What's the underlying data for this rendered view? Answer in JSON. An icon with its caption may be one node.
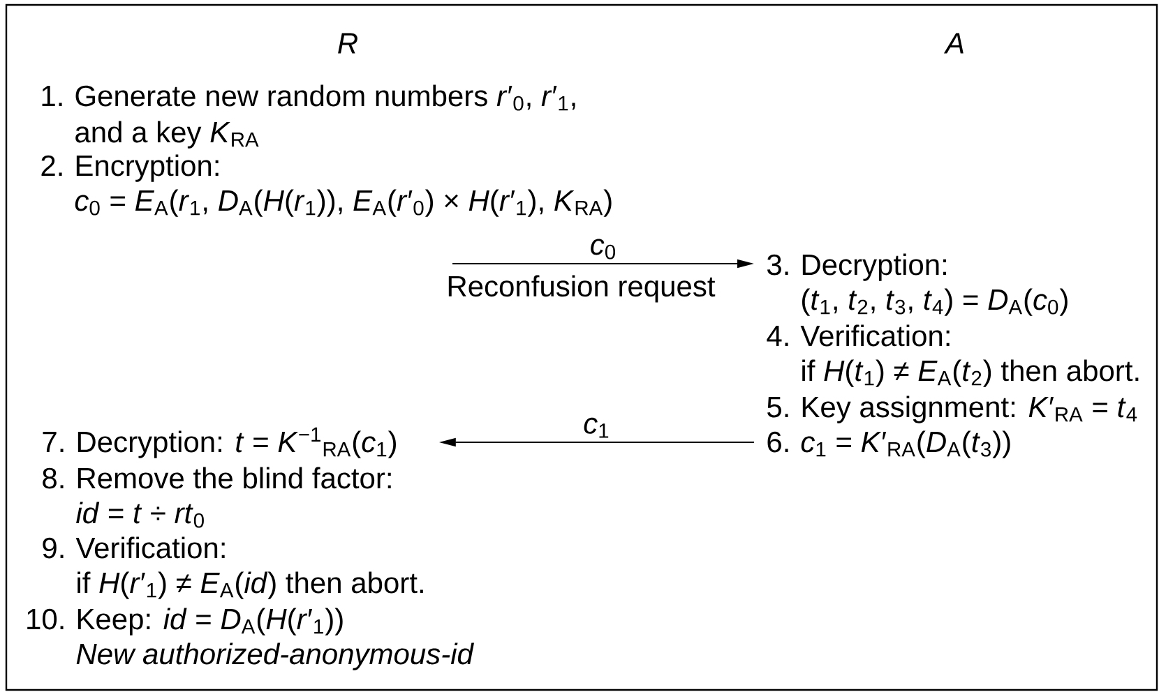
{
  "diagram": {
    "nodes": [
      {
        "text": [
          "1.",
          "Generate new random numbers *r*′$_{0}$, *r*′$_{1}$, and a key *K*$_{RA}$"
        ]
      },
      {
        "text": [
          "2.",
          "Encryption:",
          "*c*$_{0}$ = *E*$_{A}$(*r*$_{1}$, *D*$_{A}$(*H*(*r*$_{1}$)), *E*$_{A}$(*r*′$_{0}$) × *H*(*r*′$_{1}$), *K*$_{RA}$)"
        ]
      },
      {
        "text": [
          "3.",
          "Decryption:",
          "(*t*$_{1}$, *t*$_{2}$, *t*$_{3}$, *t*$_{4}$) = *D*$_{A}$(*c*$_{0}$)"
        ]
      },
      {
        "text": [
          "4.",
          "Verification:",
          "if *H*(*t*$_{1}$) ≠ *E*$_{A}$(*t*$_{2}$) then abort."
        ]
      },
      {
        "text": [
          "5.",
          "Key assignment: *K*′$_{RA}$ = *t*$_{4}$"
        ]
      },
      {
        "text": [
          "6.",
          "*c*$_{1}$ = *K*′$_{RA}$(*D*$_{A}$(*t*$_{3}$))"
        ]
      },
      {
        "text": [
          "7.",
          "Decryption: *t* = *K*$^{−1}$$_{RA}$(*c*$_{1}$)"
        ]
      },
      {
        "text": [
          "8.",
          "Remove the blind factor:",
          "*id* = *t* ÷ *rt*$_{0}$"
        ]
      },
      {
        "text": [
          "9.",
          "Verification:",
          "if *H*(*r*′$_{1}$) ≠ *E*$_{A}$(*id*) then abort."
        ]
      },
      {
        "text": [
          "10.",
          "Keep: *id* = *D*$_{A}$(*H*(*r*′$_{1}$))",
          "New authorized-anonymous-id"
        ]
      }
    ],
    "edges": [
      {
        "from": null,
        "to": 2,
        "arrow": "to",
        "label": "*c*$_{0}$"
      },
      {
        "from": 5,
        "to": 6,
        "arrow": "to",
        "label": "*c*$_{1}$"
      }
    ],
    "labels": [
      "R",
      "A",
      "Reconfusion request"
    ]
  }
}
